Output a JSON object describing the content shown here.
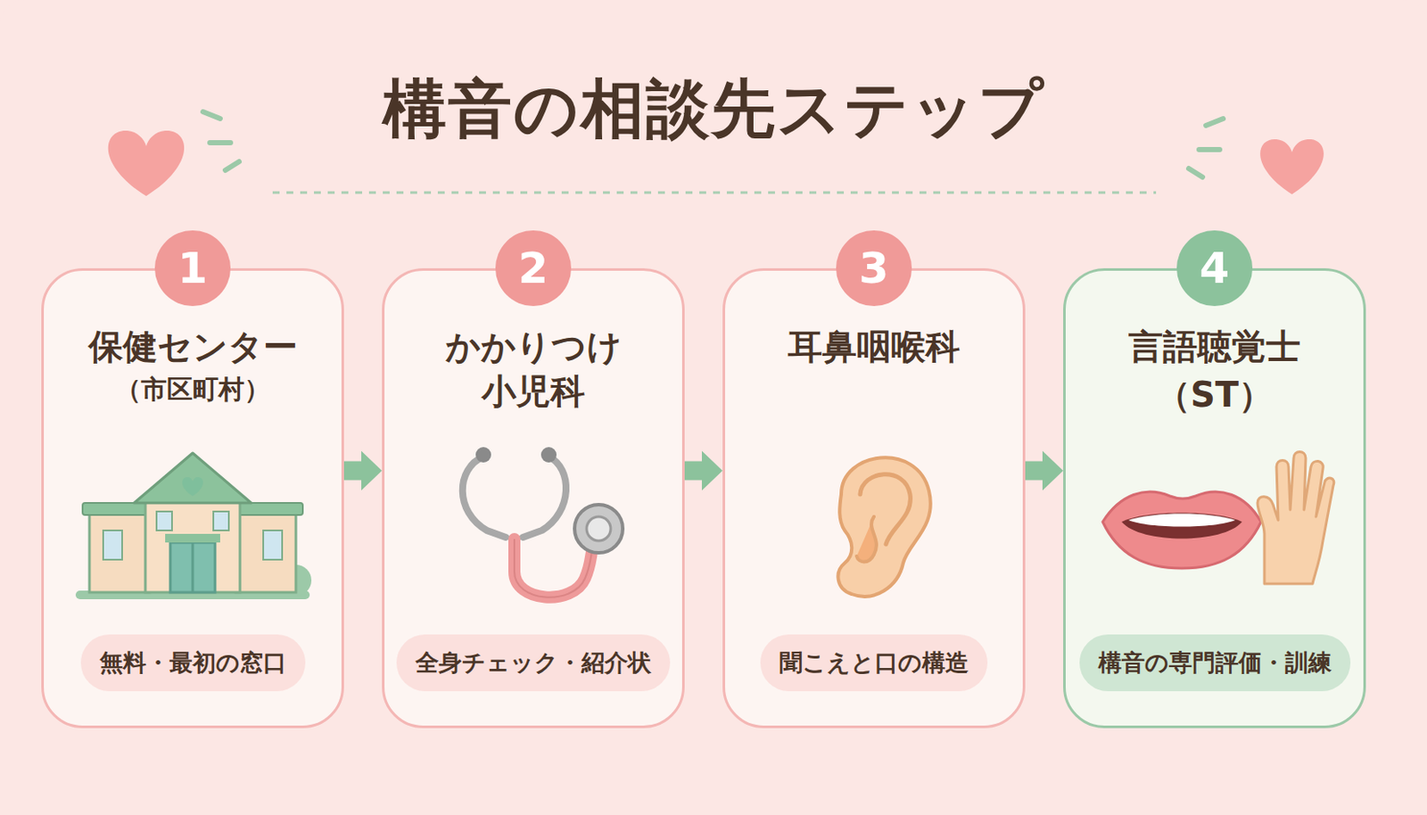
{
  "diagram": {
    "title": "構音の相談先ステップ",
    "nodes": [
      {
        "text": [
          "保健センター",
          "（市区町村）"
        ]
      },
      {
        "text": [
          "1"
        ],
        "in": 0
      },
      {
        "text": [
          "無料・最初の窓口"
        ],
        "in": 0
      },
      {
        "text": [
          "かかりつけ 小児科"
        ]
      },
      {
        "text": [
          "2"
        ],
        "in": 3
      },
      {
        "text": [
          "全身チェック・紹介状"
        ],
        "in": 3
      },
      {
        "text": [
          "耳鼻咽喉科"
        ]
      },
      {
        "text": [
          "3"
        ],
        "in": 6
      },
      {
        "text": [
          "聞こえと口の構造"
        ],
        "in": 6
      },
      {
        "text": [
          "言語聴覚士",
          "（ST）"
        ]
      },
      {
        "text": [
          "4"
        ],
        "in": 9
      },
      {
        "text": [
          "構音の専門評価・訓練"
        ],
        "in": 9
      }
    ],
    "edges": [
      {
        "from": 0,
        "to": 3,
        "arrow": "to"
      },
      {
        "from": 3,
        "to": 6,
        "arrow": "to"
      },
      {
        "from": 6,
        "to": 9,
        "arrow": "to"
      }
    ]
  }
}
